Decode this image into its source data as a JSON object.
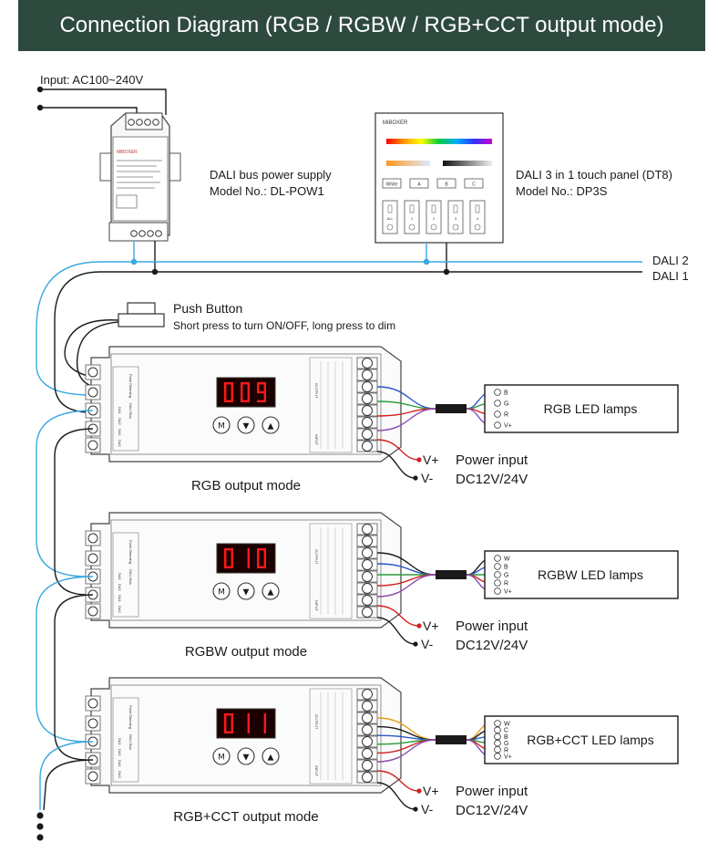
{
  "title": "Connection Diagram (RGB / RGBW / RGB+CCT output mode)",
  "input_label": "Input: AC100~240V",
  "power_supply": {
    "name": "DALI bus power supply",
    "model": "Model No.: DL-POW1",
    "brand": "MiBOXER"
  },
  "touch_panel": {
    "name": "DALI 3 in 1 touch panel (DT8)",
    "model": "Model No.: DP3S",
    "brand": "MiBOXER",
    "buttons": [
      "White",
      "A",
      "B",
      "C"
    ],
    "keys": [
      "ALL",
      "1",
      "2",
      "3",
      "4"
    ]
  },
  "bus_lines": [
    "DALI 2",
    "DALI 1"
  ],
  "push_button": {
    "title": "Push Button",
    "desc": "Short press to turn ON/OFF, long press to dim"
  },
  "controller": {
    "buttons": [
      "M",
      "▼",
      "▲"
    ],
    "side_labels": [
      "Push Dimming",
      "DALI Bus"
    ],
    "terminal_labels": [
      "DA1",
      "DA2",
      "DA1",
      "DA2"
    ],
    "output_label": "OUTPUT",
    "input_label": "INPUT"
  },
  "modes": [
    {
      "display": "009",
      "mode_label": "RGB output mode",
      "lamp_label": "RGB LED lamps",
      "channels": [
        "B",
        "G",
        "R",
        "V+"
      ],
      "wire_colors": [
        "#2a57c9",
        "#2a9a3a",
        "#d11f1f",
        "#8a4ab0"
      ]
    },
    {
      "display": "010",
      "mode_label": "RGBW output mode",
      "lamp_label": "RGBW LED lamps",
      "channels": [
        "W",
        "B",
        "G",
        "R",
        "V+"
      ],
      "wire_colors": [
        "#1a1a1a",
        "#2a57c9",
        "#2a9a3a",
        "#d11f1f",
        "#8a4ab0"
      ]
    },
    {
      "display": "011",
      "mode_label": "RGB+CCT output mode",
      "lamp_label": "RGB+CCT LED lamps",
      "channels": [
        "W",
        "C",
        "B",
        "G",
        "R",
        "V+"
      ],
      "wire_colors": [
        "#e6a019",
        "#1a1a1a",
        "#2a57c9",
        "#2a9a3a",
        "#d11f1f",
        "#8a4ab0"
      ]
    }
  ],
  "power_input": {
    "vplus": "V+",
    "vminus": "V-",
    "title": "Power input",
    "voltage": "DC12V/24V"
  },
  "colors": {
    "title_bg": "#2e4a3e",
    "dali2_wire": "#3aa8e0",
    "dali1_wire": "#1a1a1a",
    "display_bg": "#1c0000",
    "display_digit": "#ff1a1a"
  }
}
